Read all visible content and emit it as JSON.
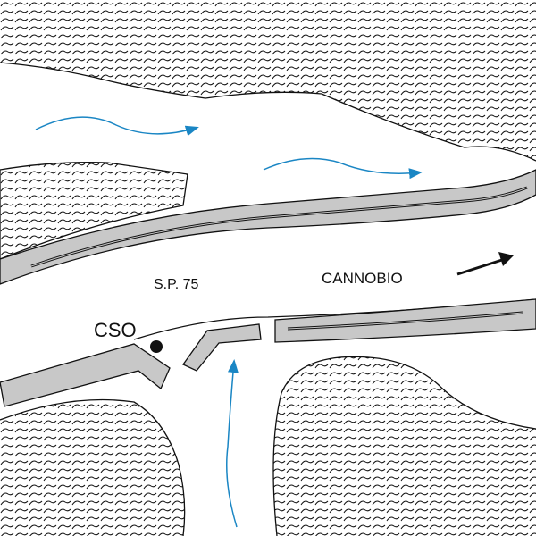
{
  "labels": {
    "road": "S.P. 75",
    "town": "CANNOBIO",
    "outfall": "CSO"
  },
  "colors": {
    "road_fill": "#c8c8c8",
    "flow_arrow": "#1a86c4",
    "outline": "#111111"
  },
  "icons": {
    "direction": "arrow-right-up-icon",
    "flow": "flow-arrow-icon",
    "outfall_point": "dot-icon"
  }
}
